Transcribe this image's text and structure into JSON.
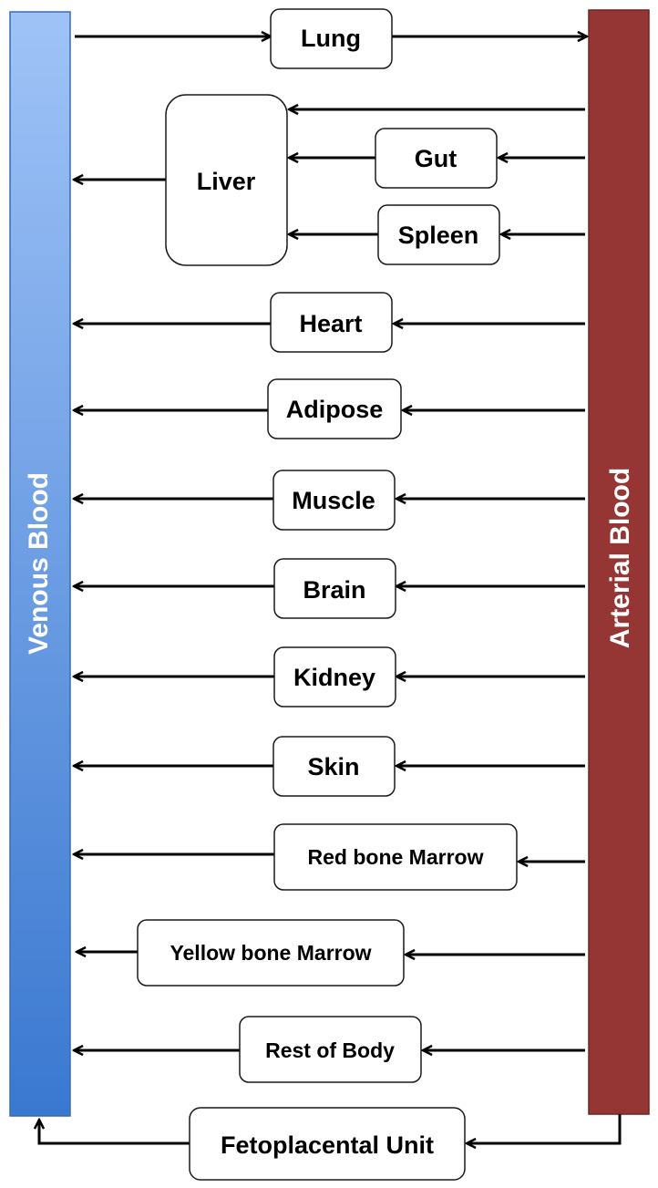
{
  "diagram": {
    "venous": {
      "label": "Venous Blood",
      "color_top": "#9fc3f7",
      "color_bottom": "#3a78d0"
    },
    "arterial": {
      "label": "Arterial Blood",
      "color": "#953634"
    },
    "organs": {
      "lung": "Lung",
      "liver": "Liver",
      "gut": "Gut",
      "spleen": "Spleen",
      "heart": "Heart",
      "adipose": "Adipose",
      "muscle": "Muscle",
      "brain": "Brain",
      "kidney": "Kidney",
      "skin": "Skin",
      "red_bone_marrow": "Red bone Marrow",
      "yellow_bone_marrow": "Yellow bone Marrow",
      "rest_of_body": "Rest of Body",
      "fetoplacental_unit": "Fetoplacental Unit"
    }
  }
}
